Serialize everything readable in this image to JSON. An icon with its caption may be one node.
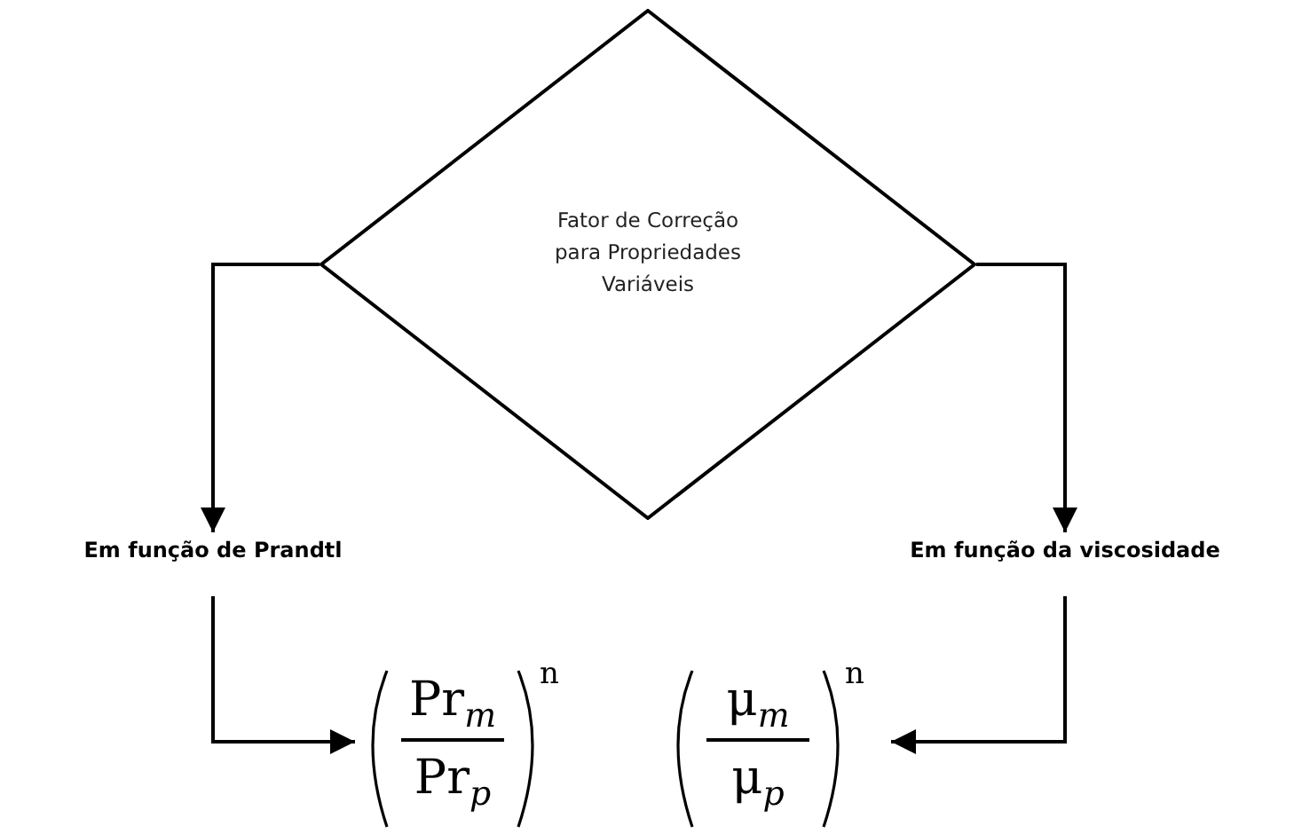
{
  "diagram": {
    "nodes": [
      {
        "text": [
          "Fator de Correção para Propriedades Variáveis"
        ]
      },
      {
        "text": [
          "Em função de Prandtl"
        ]
      },
      {
        "text": [
          "Em função da viscosidade"
        ]
      },
      {
        "text": [
          "Pr$_{m}$",
          "Pr$_{p}$",
          "n"
        ]
      },
      {
        "text": [
          "μ$_{m}$",
          "μ$_{p}$",
          "n"
        ]
      }
    ],
    "edges": [
      {
        "from": 0,
        "to": 1,
        "arrow": "to"
      },
      {
        "from": 0,
        "to": 2,
        "arrow": "to"
      },
      {
        "from": 1,
        "to": 3,
        "arrow": "to"
      },
      {
        "from": 2,
        "to": 4,
        "arrow": "to"
      }
    ]
  }
}
